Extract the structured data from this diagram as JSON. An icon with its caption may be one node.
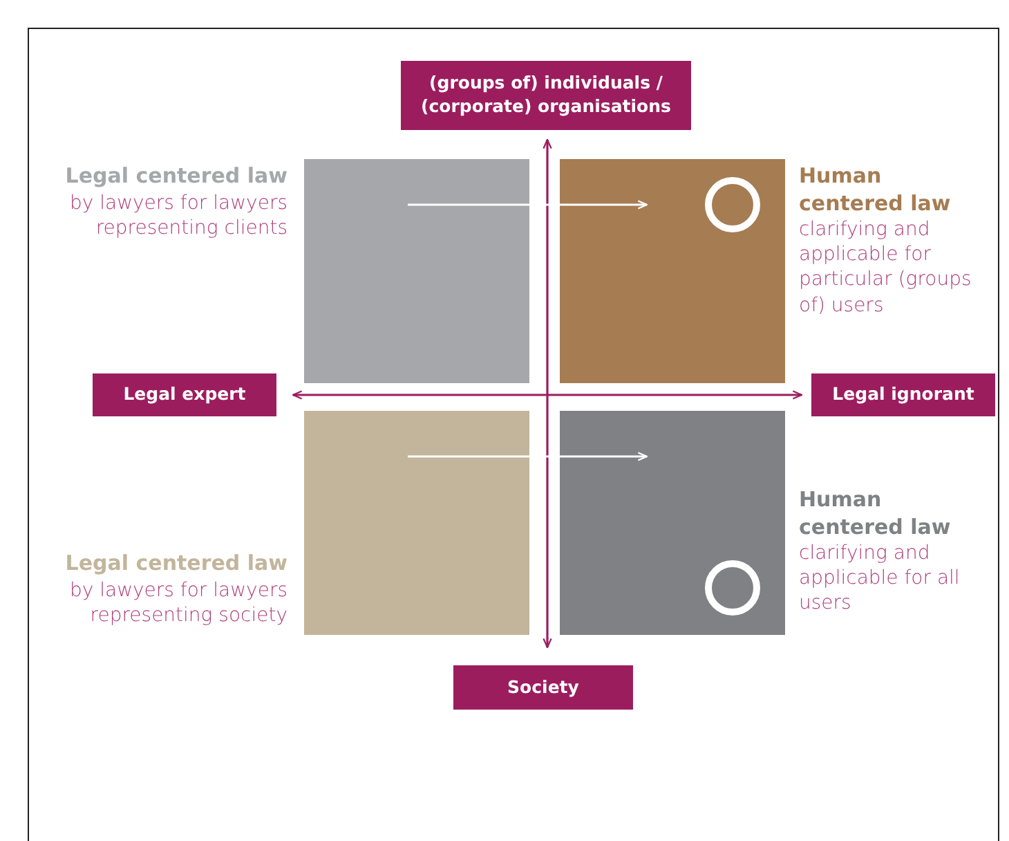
{
  "diagram": {
    "nodes": [
      {
        "text": [
          "(groups of) individuals / (corporate) organisations"
        ]
      },
      {
        "text": [
          "Legal expert"
        ]
      },
      {
        "text": [
          "Legal ignorant"
        ]
      },
      {
        "text": [
          "Society"
        ]
      },
      {
        "text": [],
        "shape": "box",
        "beside": [
          "Legal centered law",
          "by lawyers for lawyers representing clients"
        ]
      },
      {
        "text": [],
        "shape": "box",
        "beside": [
          "Human centered law",
          "clarifying and applicable for particular (groups of) users"
        ]
      },
      {
        "text": [],
        "shape": "box",
        "beside": [
          "Legal centered law",
          "by lawyers for lawyers representing society"
        ]
      },
      {
        "text": [],
        "shape": "box",
        "beside": [
          "Human centered law",
          "clarifying and applicable for all users"
        ]
      },
      {
        "text": [],
        "shape": "circle",
        "in": 5
      },
      {
        "text": [],
        "shape": "circle",
        "in": 7
      }
    ],
    "edges": [
      {
        "from": 3,
        "to": 0,
        "arrow": "both"
      },
      {
        "from": 1,
        "to": 2,
        "arrow": "both"
      },
      {
        "from": 4,
        "to": 5,
        "arrow": "to",
        "color": "#ffffff"
      },
      {
        "from": 6,
        "to": 7,
        "arrow": "to",
        "color": "#ffffff"
      }
    ]
  }
}
